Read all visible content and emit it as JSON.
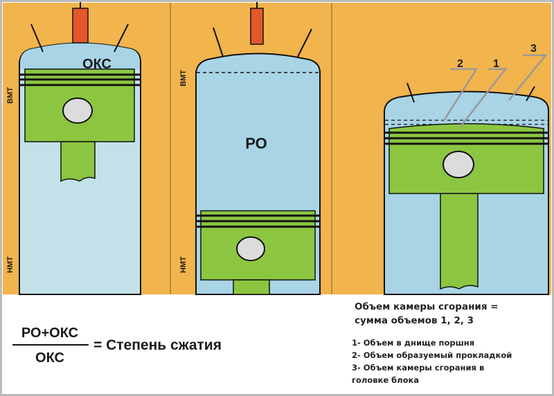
{
  "colors": {
    "background": "#f2b44c",
    "chamber": "#a8d4e6",
    "cylinder_lower": "#c3e1e8",
    "piston": "#8cc641",
    "spark_plug": "#e4572a",
    "pin": "#dcdcdc"
  },
  "panel1": {
    "chamber_label": "ОКС",
    "tdc_label": "ВМТ",
    "bdc_label": "НМТ"
  },
  "panel2": {
    "volume_label": "РО",
    "tdc_label": "ВМТ",
    "bdc_label": "НМТ"
  },
  "panel3": {
    "callouts": [
      "2",
      "1",
      "3"
    ]
  },
  "formula": {
    "numerator": "РО+ОКС",
    "denominator": "ОКС",
    "result": "= Степень сжатия"
  },
  "legend": {
    "title_line1": "Объем камеры сгорания =",
    "title_line2": "сумма объемов 1, 2, 3",
    "items": [
      "1- Объем в днище поршня",
      "2- Объем образуемый прокладкой",
      "3- Объем камеры сгорания в",
      "головке блока"
    ]
  }
}
